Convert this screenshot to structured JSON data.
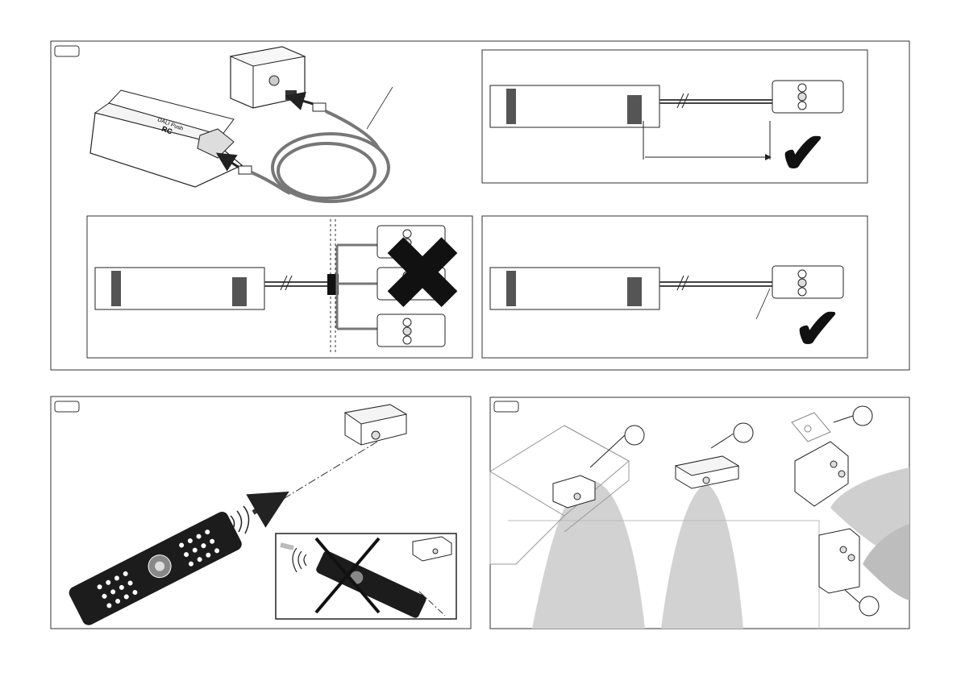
{
  "figures": [
    {
      "id": "panel-wiring",
      "tag": ""
    },
    {
      "id": "panel-remote",
      "tag": ""
    },
    {
      "id": "panel-mounting",
      "tag": ""
    }
  ],
  "wiring": {
    "controller_label": "DALI Push",
    "sub_panels": [
      {
        "id": "single-sensor-long-cable",
        "status": "correct",
        "mark": "✔"
      },
      {
        "id": "multiple-sensors-split",
        "status": "not-allowed",
        "mark": "✖"
      },
      {
        "id": "single-sensor-with-cable",
        "status": "correct",
        "mark": "✔"
      }
    ]
  },
  "remote": {
    "status_allowed": "correct",
    "status_blocked": "not-allowed"
  },
  "mounting": {
    "options": [
      {
        "id": "recessed-in-luminaire"
      },
      {
        "id": "surface-ceiling"
      },
      {
        "id": "bracket-wall"
      },
      {
        "id": "wall-direct"
      }
    ]
  },
  "colors": {
    "line": "#222222",
    "light_cone": "#cfcfcf",
    "light_cone_dark": "#bdbdbd",
    "frame": "#333333",
    "box_fill": "#ffffff",
    "ok_mark": "#111111"
  },
  "icons": [
    "sensor-icon",
    "controller-icon",
    "remote-icon",
    "check-icon",
    "cross-icon",
    "ir-wave-icon",
    "arrow-icon",
    "light-cone-icon",
    "bracket-icon"
  ]
}
